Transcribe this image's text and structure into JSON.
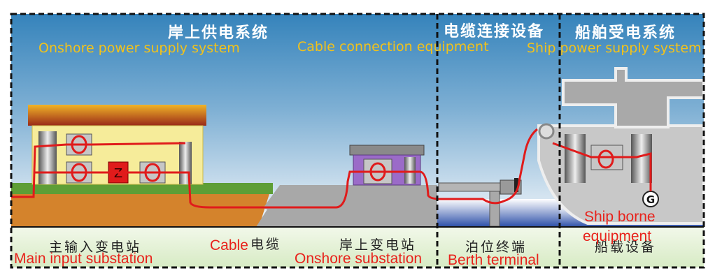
{
  "sections": {
    "onshore": {
      "title_zh": "岸上供电系统",
      "title_en": "Onshore power supply system"
    },
    "cable_connection": {
      "title_zh": "电缆连接设备",
      "title_en": "Cable connection equipment"
    },
    "ship": {
      "title_zh": "船舶受电系统",
      "title_en": "Ship power supply system"
    }
  },
  "labels": {
    "main_substation": {
      "zh": "主输入变电站",
      "en": "Main input substation"
    },
    "cable": {
      "en": "Cable",
      "zh": "电缆"
    },
    "onshore_substation": {
      "zh": "岸上变电站",
      "en": "Onshore substation"
    },
    "berth_terminal": {
      "zh": "泊位终端",
      "en": "Berth terminal"
    },
    "ship_equipment": {
      "zh": "船载设备",
      "en_line1": "Ship borne",
      "en_line2": "equipment"
    }
  },
  "generator_symbol": "G",
  "colors": {
    "sky_top": "#3a86bd",
    "cable": "#e01b1b",
    "english_title": "#f2c21a",
    "english_label": "#e8221b"
  }
}
